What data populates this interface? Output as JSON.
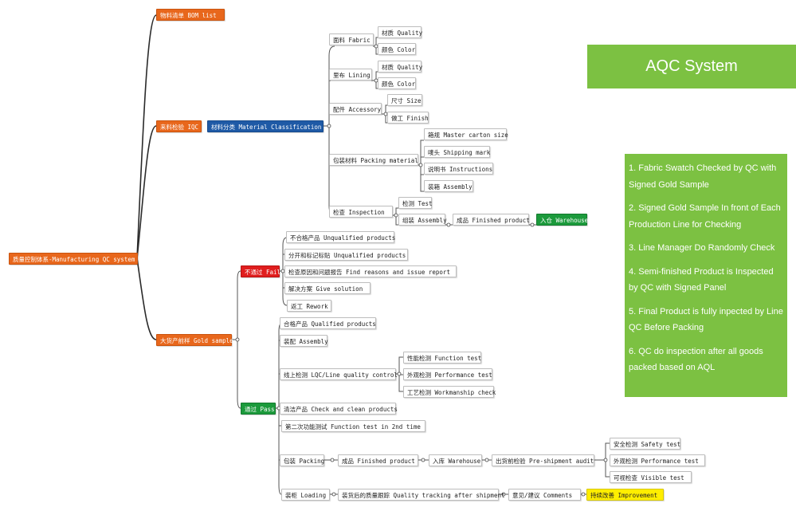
{
  "title": "AQC System",
  "notes": [
    "1. Fabric Swatch Checked by QC with Signed Gold Sample",
    "2. Signed Gold Sample In front of Each Production Line for Checking",
    "3. Line Manager Do Randomly Check",
    "4. Semi-finished Product is Inspected by QC with Signed Panel",
    "5. Final Product is fully inpected by Line QC Before Packing",
    "6. QC do inspection after all goods packed based on AQL"
  ],
  "colors": {
    "orange": "#e8671c",
    "blue": "#1f5aa6",
    "red": "#e01e1e",
    "green": "#1c9a3c",
    "yellow": "#ffee00",
    "panel": "#7cc142"
  },
  "nodes": {
    "root": "质量控制体系-Manufacturing QC system",
    "bom": "物料清单 BOM list",
    "iqc": "来料检验 IQC",
    "mat_class": "材料分类 Material Classification",
    "fabric": "面料 Fabric",
    "fabric_quality": "材质 Quality",
    "fabric_color": "颜色 Color",
    "lining": "里布 Lining",
    "lining_quality": "材质 Quality",
    "lining_color": "颜色 Color",
    "accessory": "配件 Accessory",
    "acc_size": "尺寸 Size",
    "acc_finish": "做工 Finish",
    "packing_mat": "包装材料 Packing material",
    "carton": "箱规 Master carton size",
    "shipping_mark": "唛头 Shipping mark",
    "instructions": "说明书 Instructions",
    "pm_assembly": "装箱 Assembly",
    "inspection": "检查 Inspection",
    "insp_test": "检测 Test",
    "insp_assembly": "组装 Assembly",
    "insp_finished": "成品 Finished product",
    "warehouse1": "入仓 Warehouse",
    "gold": "大货产前样 Gold sample",
    "fail": "不通过 Fail",
    "unqualified": "不合格产品 Unqualified products",
    "separate": "分开和标记标贴 Unqualified products",
    "find_reason": "检查原因和问题报告 Find reasons and issue report",
    "give_solution": "解决方案 Give solution",
    "rework": "返工 Rework",
    "pass": "通过 Pass",
    "qualified": "合格产品 Qualified products",
    "assembly": "装配 Assembly",
    "line_qc": "线上检测 LQC/Line quality control",
    "function_test": "性能检测 Function test",
    "performance_test": "外观检测 Performance test",
    "workmanship": "工艺检测 Workmanship check",
    "clean": "清洁产品 Check and clean products",
    "function2": "第二次功能测试 Function test in 2nd time",
    "packing": "包装 Packing",
    "finished2": "成品 Finished product",
    "warehouse2": "入库 Warehouse",
    "preship": "出货前检验 Pre-shipment audit",
    "safety": "安全检测 Safety test",
    "perf2": "外观检测 Performance test",
    "visible": "可视检查 Visible test",
    "loading": "装柜 Loading",
    "tracking": "装货后的质量跟踪 Quality tracking after shipment",
    "comments": "意见/建议 Comments",
    "improvement": "持续改善 Improvement"
  }
}
